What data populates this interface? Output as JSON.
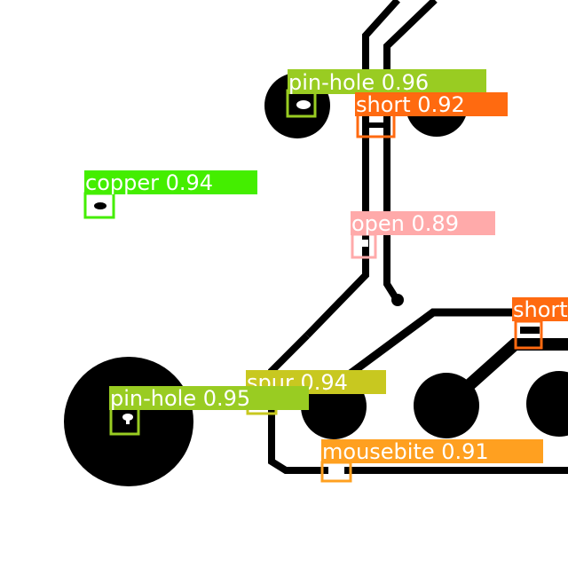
{
  "colors": {
    "background": "#ffffff",
    "trace": "#000000",
    "pin_hole": "#99cc22",
    "short": "#ff6a10",
    "copper": "#44ee00",
    "open": "#ffaaaa",
    "spur": "#c8c820",
    "mousebite": "#ffa020"
  },
  "detections": [
    {
      "name": "detection-pin-hole-top",
      "defect": "pin-hole",
      "label": "pin-hole 0.96",
      "confidence": 0.96
    },
    {
      "name": "detection-short-top",
      "defect": "short",
      "label": "short 0.92",
      "confidence": 0.92
    },
    {
      "name": "detection-copper",
      "defect": "copper",
      "label": "copper 0.94",
      "confidence": 0.94
    },
    {
      "name": "detection-open",
      "defect": "open",
      "label": "open 0.89",
      "confidence": 0.89
    },
    {
      "name": "detection-short-right",
      "defect": "short",
      "label": "short",
      "confidence": null
    },
    {
      "name": "detection-spur",
      "defect": "spur",
      "label": "spur 0.94",
      "confidence": 0.94
    },
    {
      "name": "detection-pin-hole-bottom",
      "defect": "pin-hole",
      "label": "pin-hole 0.95",
      "confidence": 0.95
    },
    {
      "name": "detection-mousebite",
      "defect": "mousebite",
      "label": "mousebite 0.91",
      "confidence": 0.91
    }
  ]
}
